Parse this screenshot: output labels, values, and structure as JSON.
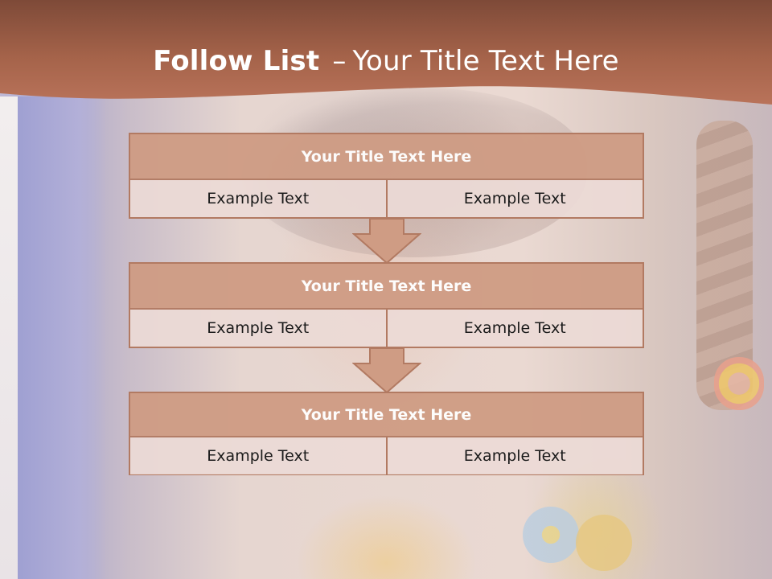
{
  "slide": {
    "title_bold": "Follow List",
    "title_dash": "–",
    "title_rest": "Your Title Text Here"
  },
  "flow": [
    {
      "title": "Your Title Text Here",
      "left": "Example Text",
      "right": "Example Text"
    },
    {
      "title": "Your Title Text Here",
      "left": "Example Text",
      "right": "Example Text"
    },
    {
      "title": "Your Title Text Here",
      "left": "Example Text",
      "right": "Example Text"
    }
  ],
  "colors": {
    "header_band": "#a5634a",
    "box_header": "#cf9c84",
    "box_border": "#b27a62",
    "box_cell": "#ecdad6",
    "arrow_fill": "#cf9c84"
  }
}
